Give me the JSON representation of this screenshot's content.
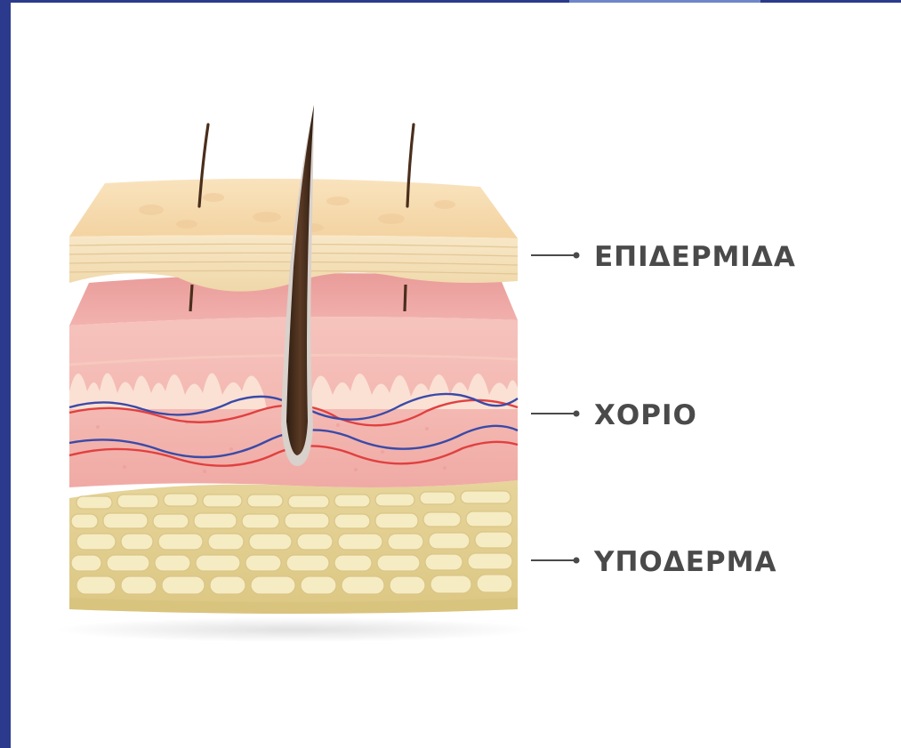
{
  "labels": {
    "epidermis": "ΕΠΙΔΕΡΜΙΔΑ",
    "dermis": "ΧΟΡΙΟ",
    "hypodermis": "ΥΠΟΔΕΡΜΑ"
  },
  "colors": {
    "frame_border": "#2b3a8c",
    "epidermis": "#f7dcb0",
    "dermis": "#f2a9a6",
    "hypodermis": "#e9d9a0",
    "hair": "#4a2e1c",
    "artery": "#e04040",
    "vein": "#3a4aa8",
    "label_text": "#4a4a4a"
  }
}
